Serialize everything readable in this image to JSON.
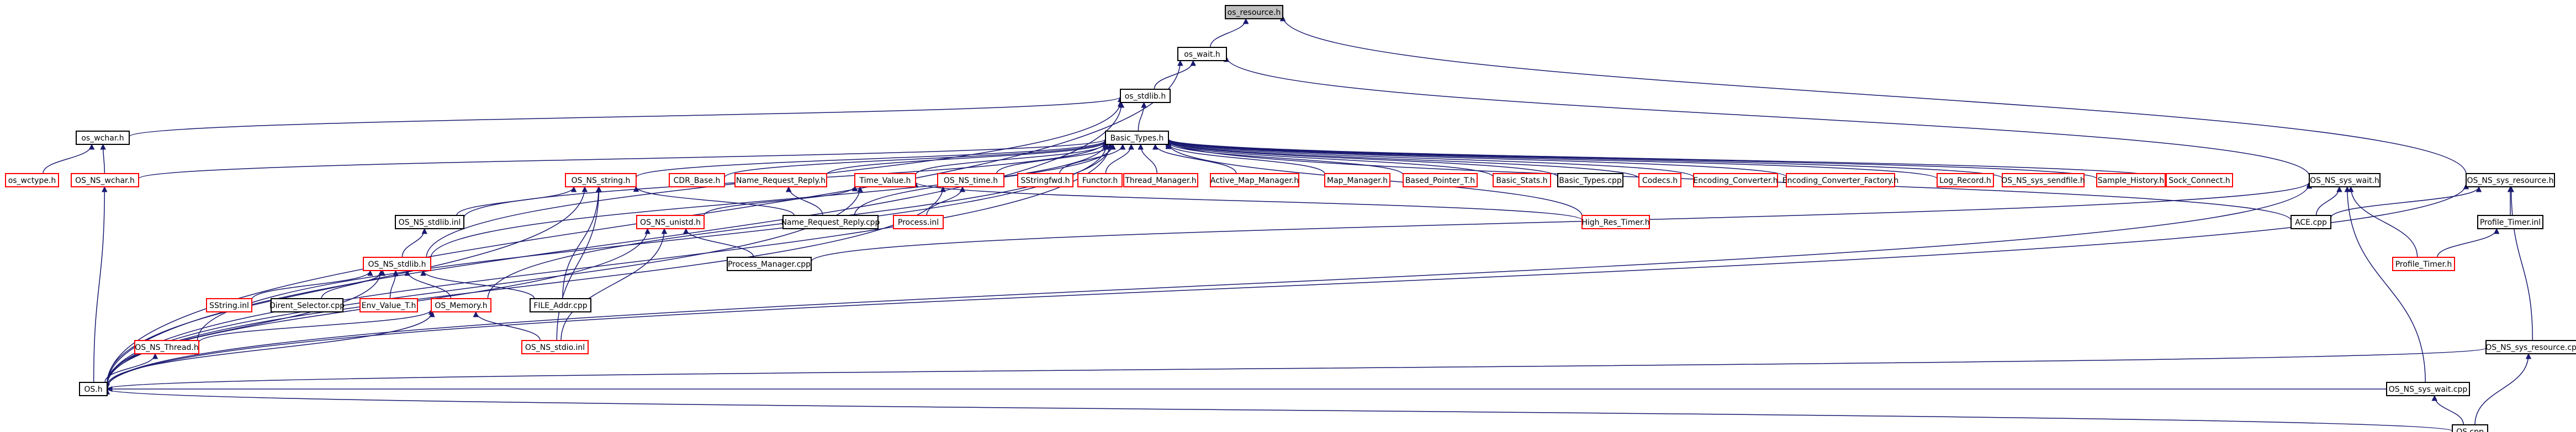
{
  "colors": {
    "edge": "#191970",
    "root_fill": "#bfbfbf",
    "normal_border": "#000000",
    "highlight_border": "#ff0000",
    "text": "#000000"
  },
  "nodes": [
    {
      "id": "os_resource_h",
      "label": "os_resource.h",
      "style": "root"
    },
    {
      "id": "os_wait_h",
      "label": "os_wait.h",
      "style": "normal"
    },
    {
      "id": "os_stdlib_h",
      "label": "os_stdlib.h",
      "style": "normal"
    },
    {
      "id": "os_wchar_h",
      "label": "os_wchar.h",
      "style": "normal"
    },
    {
      "id": "basic_types_h",
      "label": "Basic_Types.h",
      "style": "normal"
    },
    {
      "id": "os_wctype_h",
      "label": "os_wctype.h",
      "style": "red"
    },
    {
      "id": "os_ns_wchar_h",
      "label": "OS_NS_wchar.h",
      "style": "red"
    },
    {
      "id": "os_ns_string_h",
      "label": "OS_NS_string.h",
      "style": "red"
    },
    {
      "id": "cdr_base_h",
      "label": "CDR_Base.h",
      "style": "red"
    },
    {
      "id": "name_request_reply_h",
      "label": "Name_Request_Reply.h",
      "style": "red"
    },
    {
      "id": "time_value_h",
      "label": "Time_Value.h",
      "style": "red"
    },
    {
      "id": "os_ns_time_h",
      "label": "OS_NS_time.h",
      "style": "red"
    },
    {
      "id": "sstringfwd_h",
      "label": "SStringfwd.h",
      "style": "red"
    },
    {
      "id": "functor_h",
      "label": "Functor.h",
      "style": "red"
    },
    {
      "id": "thread_manager_h",
      "label": "Thread_Manager.h",
      "style": "red"
    },
    {
      "id": "active_map_manager_h",
      "label": "Active_Map_Manager.h",
      "style": "red"
    },
    {
      "id": "map_manager_h",
      "label": "Map_Manager.h",
      "style": "red"
    },
    {
      "id": "based_pointer_t_h",
      "label": "Based_Pointer_T.h",
      "style": "red"
    },
    {
      "id": "basic_stats_h",
      "label": "Basic_Stats.h",
      "style": "red"
    },
    {
      "id": "basic_types_cpp",
      "label": "Basic_Types.cpp",
      "style": "normal"
    },
    {
      "id": "codecs_h",
      "label": "Codecs.h",
      "style": "red"
    },
    {
      "id": "encoding_converter_h",
      "label": "Encoding_Converter.h",
      "style": "red"
    },
    {
      "id": "encoding_converter_factory_h",
      "label": "Encoding_Converter_Factory.h",
      "style": "red"
    },
    {
      "id": "log_record_h",
      "label": "Log_Record.h",
      "style": "red"
    },
    {
      "id": "os_ns_sys_sendfile_h",
      "label": "OS_NS_sys_sendfile.h",
      "style": "red"
    },
    {
      "id": "sample_history_h",
      "label": "Sample_History.h",
      "style": "red"
    },
    {
      "id": "sock_connect_h",
      "label": "Sock_Connect.h",
      "style": "red"
    },
    {
      "id": "os_ns_sys_wait_h",
      "label": "OS_NS_sys_wait.h",
      "style": "normal"
    },
    {
      "id": "os_ns_sys_resource_h",
      "label": "OS_NS_sys_resource.h",
      "style": "normal"
    },
    {
      "id": "os_ns_stdlib_inl",
      "label": "OS_NS_stdlib.inl",
      "style": "normal"
    },
    {
      "id": "name_request_reply_cpp",
      "label": "Name_Request_Reply.cpp",
      "style": "normal"
    },
    {
      "id": "process_inl",
      "label": "Process.inl",
      "style": "red"
    },
    {
      "id": "high_res_timer_h",
      "label": "High_Res_Timer.h",
      "style": "red"
    },
    {
      "id": "ace_cpp",
      "label": "ACE.cpp",
      "style": "normal"
    },
    {
      "id": "profile_timer_inl",
      "label": "Profile_Timer.inl",
      "style": "normal"
    },
    {
      "id": "os_ns_unistd_h",
      "label": "OS_NS_unistd.h",
      "style": "red"
    },
    {
      "id": "process_manager_cpp",
      "label": "Process_Manager.cpp",
      "style": "normal"
    },
    {
      "id": "profile_timer_h",
      "label": "Profile_Timer.h",
      "style": "red"
    },
    {
      "id": "os_ns_stdlib_h",
      "label": "OS_NS_stdlib.h",
      "style": "red"
    },
    {
      "id": "sstring_inl",
      "label": "SString.inl",
      "style": "red"
    },
    {
      "id": "dirent_selector_cpp",
      "label": "Dirent_Selector.cpp",
      "style": "normal"
    },
    {
      "id": "env_value_t_h",
      "label": "Env_Value_T.h",
      "style": "red"
    },
    {
      "id": "os_memory_h",
      "label": "OS_Memory.h",
      "style": "red"
    },
    {
      "id": "file_addr_cpp",
      "label": "FILE_Addr.cpp",
      "style": "normal"
    },
    {
      "id": "os_ns_thread_h",
      "label": "OS_NS_Thread.h",
      "style": "red"
    },
    {
      "id": "os_ns_stdio_inl",
      "label": "OS_NS_stdio.inl",
      "style": "red"
    },
    {
      "id": "os_ns_sys_resource_cpp",
      "label": "OS_NS_sys_resource.cpp",
      "style": "normal"
    },
    {
      "id": "os_h",
      "label": "OS.h",
      "style": "normal"
    },
    {
      "id": "os_ns_sys_wait_cpp",
      "label": "OS_NS_sys_wait.cpp",
      "style": "normal"
    },
    {
      "id": "os_cpp",
      "label": "OS.cpp",
      "style": "normal"
    }
  ],
  "edges": [
    [
      "os_wait_h",
      "os_resource_h"
    ],
    [
      "os_ns_sys_resource_h",
      "os_resource_h"
    ],
    [
      "os_stdlib_h",
      "os_wait_h"
    ],
    [
      "os_ns_sys_wait_h",
      "os_wait_h"
    ],
    [
      "os_h",
      "os_wait_h"
    ],
    [
      "basic_types_h",
      "os_stdlib_h"
    ],
    [
      "os_wchar_h",
      "os_stdlib_h"
    ],
    [
      "os_ns_stdlib_h",
      "os_stdlib_h"
    ],
    [
      "os_h",
      "os_stdlib_h"
    ],
    [
      "os_wctype_h",
      "os_wchar_h"
    ],
    [
      "os_ns_wchar_h",
      "os_wchar_h"
    ],
    [
      "os_ns_wchar_h",
      "basic_types_h"
    ],
    [
      "os_ns_string_h",
      "basic_types_h"
    ],
    [
      "cdr_base_h",
      "basic_types_h"
    ],
    [
      "name_request_reply_h",
      "basic_types_h"
    ],
    [
      "time_value_h",
      "basic_types_h"
    ],
    [
      "os_ns_time_h",
      "basic_types_h"
    ],
    [
      "sstringfwd_h",
      "basic_types_h"
    ],
    [
      "functor_h",
      "basic_types_h"
    ],
    [
      "thread_manager_h",
      "basic_types_h"
    ],
    [
      "active_map_manager_h",
      "basic_types_h"
    ],
    [
      "map_manager_h",
      "basic_types_h"
    ],
    [
      "based_pointer_t_h",
      "basic_types_h"
    ],
    [
      "basic_stats_h",
      "basic_types_h"
    ],
    [
      "basic_types_cpp",
      "basic_types_h"
    ],
    [
      "codecs_h",
      "basic_types_h"
    ],
    [
      "encoding_converter_h",
      "basic_types_h"
    ],
    [
      "encoding_converter_factory_h",
      "basic_types_h"
    ],
    [
      "log_record_h",
      "basic_types_h"
    ],
    [
      "os_ns_sys_sendfile_h",
      "basic_types_h"
    ],
    [
      "sample_history_h",
      "basic_types_h"
    ],
    [
      "sock_connect_h",
      "basic_types_h"
    ],
    [
      "os_ns_stdlib_inl",
      "basic_types_h"
    ],
    [
      "name_request_reply_cpp",
      "basic_types_h"
    ],
    [
      "high_res_timer_h",
      "basic_types_h"
    ],
    [
      "ace_cpp",
      "basic_types_h"
    ],
    [
      "os_ns_stdlib_h",
      "basic_types_h"
    ],
    [
      "os_memory_h",
      "basic_types_h"
    ],
    [
      "os_ns_thread_h",
      "basic_types_h"
    ],
    [
      "os_h",
      "basic_types_h"
    ],
    [
      "os_h",
      "os_ns_wchar_h"
    ],
    [
      "os_ns_stdlib_inl",
      "os_ns_string_h"
    ],
    [
      "name_request_reply_cpp",
      "os_ns_string_h"
    ],
    [
      "file_addr_cpp",
      "os_ns_string_h"
    ],
    [
      "os_ns_stdio_inl",
      "os_ns_string_h"
    ],
    [
      "os_h",
      "os_ns_string_h"
    ],
    [
      "name_request_reply_cpp",
      "name_request_reply_h"
    ],
    [
      "os_ns_unistd_h",
      "time_value_h"
    ],
    [
      "high_res_timer_h",
      "time_value_h"
    ],
    [
      "os_h",
      "time_value_h"
    ],
    [
      "process_inl",
      "os_ns_time_h"
    ],
    [
      "os_h",
      "os_ns_time_h"
    ],
    [
      "ace_cpp",
      "os_ns_sys_wait_h"
    ],
    [
      "process_manager_cpp",
      "os_ns_sys_wait_h"
    ],
    [
      "profile_timer_h",
      "os_ns_sys_wait_h"
    ],
    [
      "os_h",
      "os_ns_sys_wait_h"
    ],
    [
      "os_ns_sys_wait_cpp",
      "os_ns_sys_wait_h"
    ],
    [
      "profile_timer_inl",
      "os_ns_sys_resource_h"
    ],
    [
      "ace_cpp",
      "os_ns_sys_resource_h"
    ],
    [
      "os_h",
      "os_ns_sys_resource_h"
    ],
    [
      "os_ns_sys_resource_cpp",
      "os_ns_sys_resource_h"
    ],
    [
      "os_ns_stdlib_h",
      "os_ns_stdlib_inl"
    ],
    [
      "process_manager_cpp",
      "os_ns_unistd_h"
    ],
    [
      "os_ns_stdio_inl",
      "os_ns_unistd_h"
    ],
    [
      "os_h",
      "os_ns_unistd_h"
    ],
    [
      "profile_timer_h",
      "profile_timer_inl"
    ],
    [
      "sstring_inl",
      "os_ns_stdlib_h"
    ],
    [
      "dirent_selector_cpp",
      "os_ns_stdlib_h"
    ],
    [
      "env_value_t_h",
      "os_ns_stdlib_h"
    ],
    [
      "os_memory_h",
      "os_ns_stdlib_h"
    ],
    [
      "file_addr_cpp",
      "os_ns_stdlib_h"
    ],
    [
      "os_h",
      "os_ns_stdlib_h"
    ],
    [
      "os_ns_thread_h",
      "os_memory_h"
    ],
    [
      "os_ns_stdio_inl",
      "os_memory_h"
    ],
    [
      "os_h",
      "os_memory_h"
    ],
    [
      "os_h",
      "os_ns_thread_h"
    ],
    [
      "os_cpp",
      "os_h"
    ],
    [
      "os_ns_sys_wait_cpp",
      "os_h"
    ],
    [
      "os_ns_sys_resource_cpp",
      "os_h"
    ],
    [
      "os_cpp",
      "os_ns_sys_wait_cpp"
    ],
    [
      "os_cpp",
      "os_ns_sys_resource_cpp"
    ]
  ]
}
